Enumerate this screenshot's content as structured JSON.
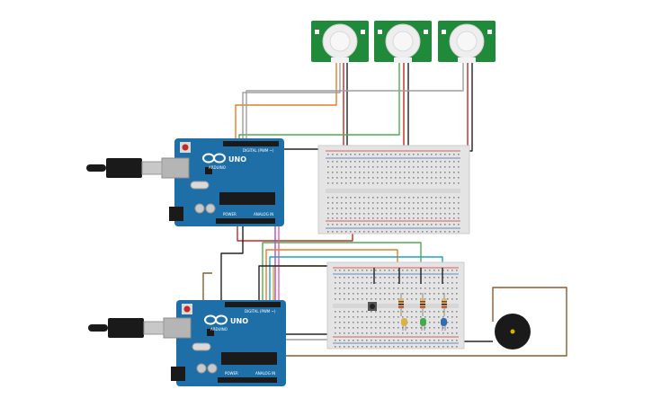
{
  "colors": {
    "board": "#1e6fa8",
    "board_dark": "#14557f",
    "pir_pcb": "#1f8a3a",
    "dome": "#eeeeee",
    "breadboard": "#e4e4e4",
    "rail_red": "#d32f2f",
    "rail_blue": "#3b6fb6",
    "wire_black": "#222222",
    "wire_red": "#c62828",
    "wire_orange": "#e67e22",
    "wire_green": "#4caf50",
    "wire_gray": "#9e9e9e",
    "wire_purple": "#a54bd8",
    "wire_pink": "#e55da8",
    "wire_brown": "#8d5a2b",
    "wire_yellow": "#d4b400",
    "wire_teal": "#1ba3c6",
    "led_yellow": "#d6b34a",
    "led_green": "#3fae49",
    "led_blue": "#2a6fb6",
    "buzzer": "#1a1a1a"
  },
  "boards": [
    {
      "name": "arduino-uno-top",
      "brand": "ARDUINO",
      "model": "UNO",
      "digital_label": "DIGITAL (PWM ~)",
      "power_label": "POWER",
      "analog_label": "ANALOG IN"
    },
    {
      "name": "arduino-uno-bottom",
      "brand": "ARDUINO",
      "model": "UNO",
      "digital_label": "DIGITAL (PWM ~)",
      "power_label": "POWER",
      "analog_label": "ANALOG IN"
    }
  ],
  "components": {
    "pir_sensors": 3,
    "breadboards": 2,
    "leds": [
      "yellow",
      "green",
      "blue"
    ],
    "resistors": 3,
    "pushbuttons": 1,
    "buzzers": 1,
    "usb_cables": 2
  }
}
